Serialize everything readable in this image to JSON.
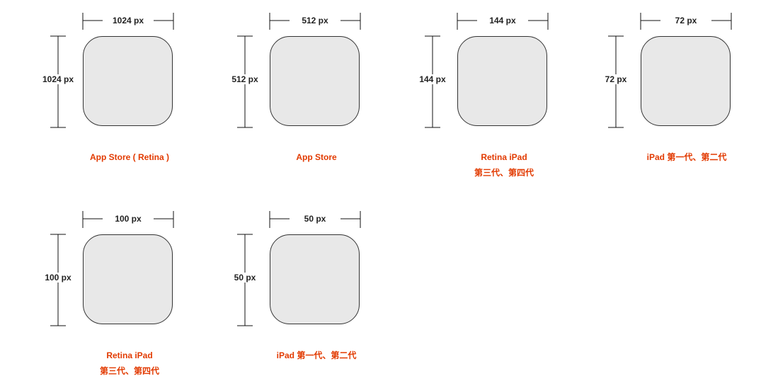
{
  "items": [
    {
      "width_label": "1024 px",
      "height_label": "1024 px",
      "caption_line1": "App Store ( Retina )",
      "caption_line2": ""
    },
    {
      "width_label": "512 px",
      "height_label": "512 px",
      "caption_line1": "App Store",
      "caption_line2": ""
    },
    {
      "width_label": "144 px",
      "height_label": "144 px",
      "caption_line1": "Retina iPad",
      "caption_line2": "第三代、第四代"
    },
    {
      "width_label": "72 px",
      "height_label": "72 px",
      "caption_line1": "iPad 第一代、第二代",
      "caption_line2": ""
    },
    {
      "width_label": "100 px",
      "height_label": "100 px",
      "caption_line1": "Retina iPad",
      "caption_line2": "第三代、第四代"
    },
    {
      "width_label": "50 px",
      "height_label": "50 px",
      "caption_line1": "iPad 第一代、第二代",
      "caption_line2": ""
    }
  ]
}
